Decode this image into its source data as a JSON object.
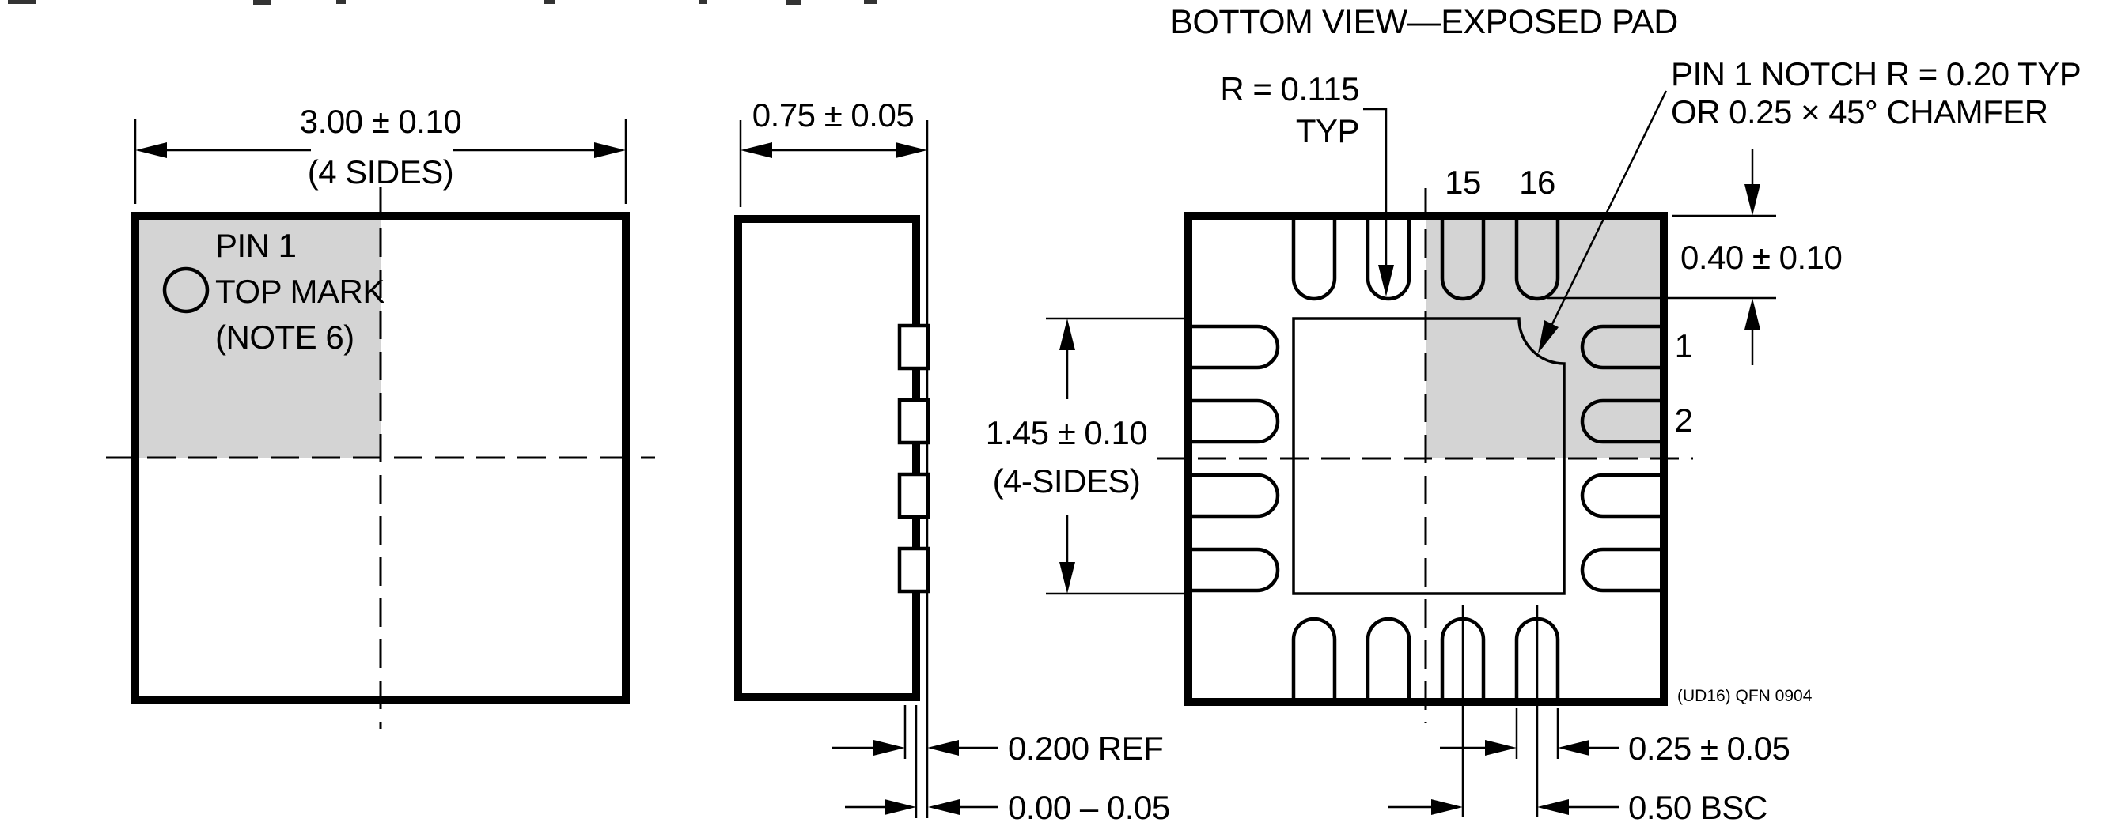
{
  "figure": {
    "title": "BOTTOM VIEW—EXPOSED PAD",
    "package_code_note": "(UD16) QFN 0904"
  },
  "top_view": {
    "body_width_dim": "3.00 ± 0.10",
    "body_width_note": "(4 SIDES)",
    "pin1_label_line1": "PIN 1",
    "pin1_label_line2": "TOP MARK",
    "pin1_label_line3": "(NOTE 6)"
  },
  "side_view": {
    "body_thickness_dim": "0.75 ± 0.05",
    "lead_thickness_dim": "0.200 REF",
    "standoff_dim": "0.00 – 0.05"
  },
  "bottom_view": {
    "radius_callout_line1": "R = 0.115",
    "radius_callout_line2": "TYP",
    "notch_callout_line1": "PIN 1 NOTCH R = 0.20 TYP",
    "notch_callout_line2": "OR 0.25 × 45° CHAMFER",
    "pin_length_dim": "0.40 ± 0.10",
    "pad_size_dim": "1.45 ± 0.10",
    "pad_size_note": "(4-SIDES)",
    "pin_width_dim": "0.25 ± 0.05",
    "pin_pitch_dim": "0.50 BSC",
    "pin_numbers": {
      "top_left": "15",
      "top_right": "16",
      "right_upper": "1",
      "right_lower": "2"
    }
  },
  "colors": {
    "line": "#000000",
    "shade": "#d4d4d4",
    "background": "#ffffff"
  }
}
